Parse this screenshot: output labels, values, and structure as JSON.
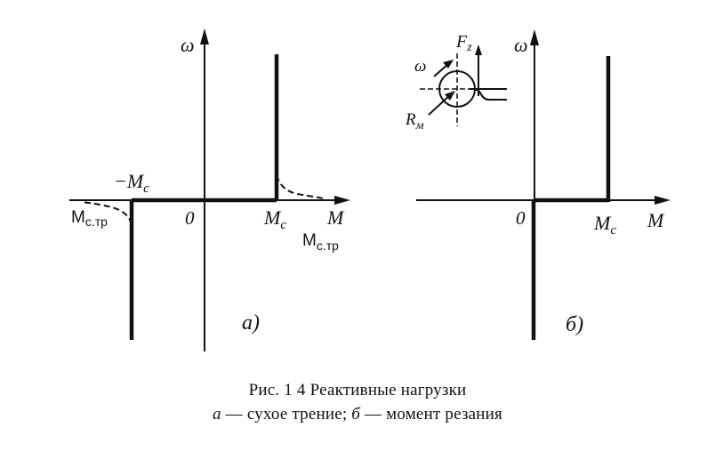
{
  "colors": {
    "ink": "#111111",
    "background": "#ffffff"
  },
  "diagram_a": {
    "axis_y_label": "ω",
    "axis_x_label": "M",
    "origin_label": "0",
    "minus_mc_label": "−M",
    "minus_mc_sub": "c",
    "mc_label": "M",
    "mc_sub": "c",
    "mctr_left_label": "M",
    "mctr_left_sub": "c.тр",
    "mctr_right_label": "M",
    "mctr_right_sub": "c.тр",
    "panel_label": "а)"
  },
  "diagram_b": {
    "axis_y_label": "ω",
    "axis_x_label": "M",
    "origin_label": "0",
    "mc_label": "M",
    "mc_sub": "c",
    "panel_label": "б)"
  },
  "inset": {
    "force_label": "F",
    "force_sub": "z",
    "omega_label": "ω",
    "radius_label": "R",
    "radius_sub": "м"
  },
  "caption": {
    "title": "Рис. 1 4  Реактивные нагрузки",
    "a_letter": "а",
    "a_text": " — сухое трение; ",
    "b_letter": "б",
    "b_text": " — момент резания"
  }
}
